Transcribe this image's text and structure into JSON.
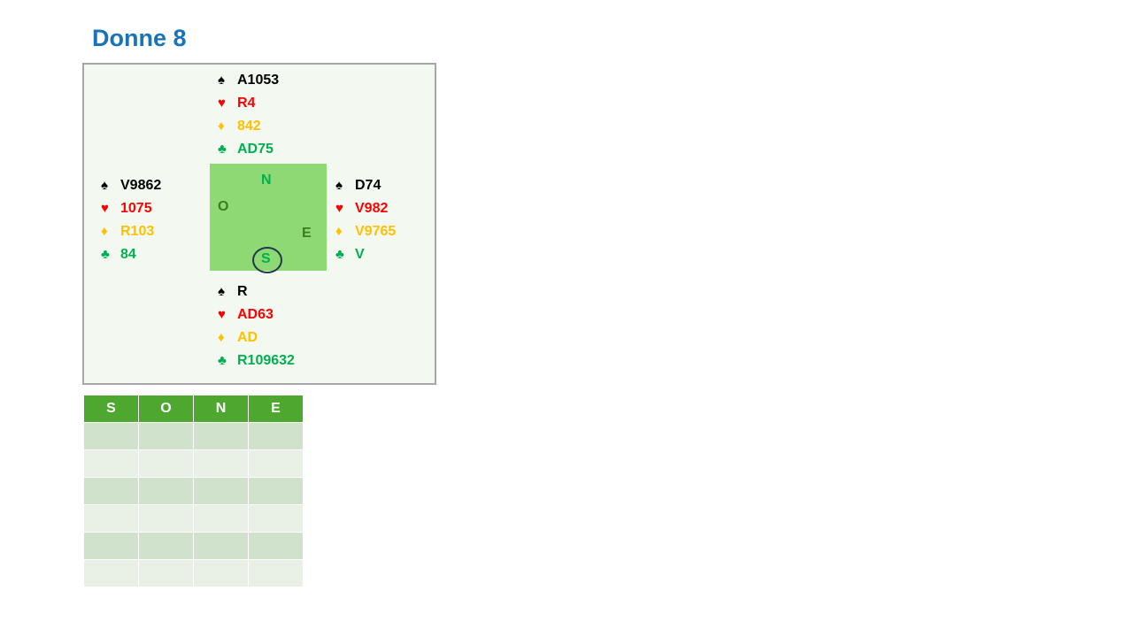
{
  "title": "Donne 8",
  "suit_symbols": {
    "spade": "♠",
    "heart": "♥",
    "diamond": "♦",
    "club": "♣"
  },
  "colors": {
    "title": "#1a73b8",
    "spade": "#000000",
    "heart": "#ff0000",
    "diamond": "#ffc000",
    "club": "#00b050",
    "board_bg": "#f3f9f1",
    "compass_bg": "#8ed973",
    "table_header": "#4ea72e"
  },
  "hands": {
    "north": {
      "spades": "A1053",
      "hearts": "R4",
      "diamonds": "842",
      "clubs": "AD75"
    },
    "west": {
      "spades": "V9862",
      "hearts": "1075",
      "diamonds": "R103",
      "clubs": "84"
    },
    "east": {
      "spades": "D74",
      "hearts": "V982",
      "diamonds": "V9765",
      "clubs": "V"
    },
    "south": {
      "spades": "R",
      "hearts": "AD63",
      "diamonds": "AD",
      "clubs": "R109632"
    }
  },
  "compass": {
    "north": "N",
    "west": "O",
    "east": "E",
    "south": "S",
    "dealer": "S"
  },
  "bidding": {
    "headers": [
      "S",
      "O",
      "N",
      "E"
    ],
    "rows": [
      [
        "",
        "",
        "",
        ""
      ],
      [
        "",
        "",
        "",
        ""
      ],
      [
        "",
        "",
        "",
        ""
      ],
      [
        "",
        "",
        "",
        ""
      ],
      [
        "",
        "",
        "",
        ""
      ],
      [
        "",
        "",
        "",
        ""
      ]
    ]
  }
}
